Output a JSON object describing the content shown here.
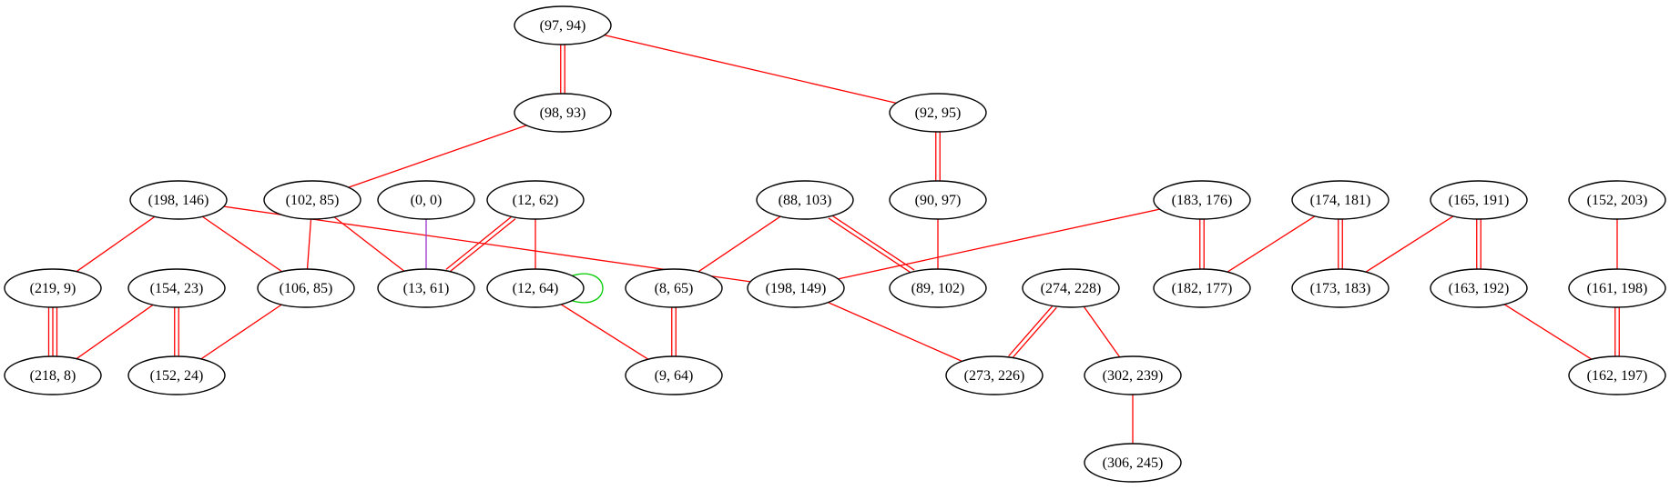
{
  "graph": {
    "colors": {
      "default_edge": "#ff0000",
      "purple_edge": "#9a32cd",
      "green_edge": "#00cc00",
      "node_stroke": "#000000"
    },
    "nodes": [
      {
        "id": "n97_94",
        "label": "(97, 94)"
      },
      {
        "id": "n98_93",
        "label": "(98, 93)"
      },
      {
        "id": "n92_95",
        "label": "(92, 95)"
      },
      {
        "id": "n198_146",
        "label": "(198, 146)"
      },
      {
        "id": "n102_85",
        "label": "(102, 85)"
      },
      {
        "id": "n0_0",
        "label": "(0, 0)"
      },
      {
        "id": "n12_62",
        "label": "(12, 62)"
      },
      {
        "id": "n88_103",
        "label": "(88, 103)"
      },
      {
        "id": "n90_97",
        "label": "(90, 97)"
      },
      {
        "id": "n183_176",
        "label": "(183, 176)"
      },
      {
        "id": "n174_181",
        "label": "(174, 181)"
      },
      {
        "id": "n165_191",
        "label": "(165, 191)"
      },
      {
        "id": "n152_203",
        "label": "(152, 203)"
      },
      {
        "id": "n219_9",
        "label": "(219, 9)"
      },
      {
        "id": "n154_23",
        "label": "(154, 23)"
      },
      {
        "id": "n106_85",
        "label": "(106, 85)"
      },
      {
        "id": "n13_61",
        "label": "(13, 61)"
      },
      {
        "id": "n12_64",
        "label": "(12, 64)"
      },
      {
        "id": "n8_65",
        "label": "(8, 65)"
      },
      {
        "id": "n198_149",
        "label": "(198, 149)"
      },
      {
        "id": "n89_102",
        "label": "(89, 102)"
      },
      {
        "id": "n274_228",
        "label": "(274, 228)"
      },
      {
        "id": "n182_177",
        "label": "(182, 177)"
      },
      {
        "id": "n173_183",
        "label": "(173, 183)"
      },
      {
        "id": "n163_192",
        "label": "(163, 192)"
      },
      {
        "id": "n161_198",
        "label": "(161, 198)"
      },
      {
        "id": "n218_8",
        "label": "(218, 8)"
      },
      {
        "id": "n152_24",
        "label": "(152, 24)"
      },
      {
        "id": "n9_64",
        "label": "(9, 64)"
      },
      {
        "id": "n273_226",
        "label": "(273, 226)"
      },
      {
        "id": "n302_239",
        "label": "(302, 239)"
      },
      {
        "id": "n162_197",
        "label": "(162, 197)"
      },
      {
        "id": "n306_245",
        "label": "(306, 245)"
      }
    ],
    "edges": [
      {
        "from": "n97_94",
        "to": "n98_93",
        "count": 2,
        "color": "red"
      },
      {
        "from": "n97_94",
        "to": "n92_95",
        "count": 1,
        "color": "red"
      },
      {
        "from": "n98_93",
        "to": "n102_85",
        "count": 1,
        "color": "red"
      },
      {
        "from": "n92_95",
        "to": "n90_97",
        "count": 2,
        "color": "red"
      },
      {
        "from": "n198_146",
        "to": "n219_9",
        "count": 1,
        "color": "red"
      },
      {
        "from": "n198_146",
        "to": "n106_85",
        "count": 1,
        "color": "red"
      },
      {
        "from": "n198_146",
        "to": "n198_149",
        "count": 1,
        "color": "red"
      },
      {
        "from": "n102_85",
        "to": "n106_85",
        "count": 1,
        "color": "red"
      },
      {
        "from": "n102_85",
        "to": "n13_61",
        "count": 1,
        "color": "red"
      },
      {
        "from": "n0_0",
        "to": "n13_61",
        "count": 1,
        "color": "purple"
      },
      {
        "from": "n12_62",
        "to": "n13_61",
        "count": 2,
        "color": "red"
      },
      {
        "from": "n12_62",
        "to": "n12_64",
        "count": 1,
        "color": "red"
      },
      {
        "from": "n12_64",
        "to": "n12_64",
        "count": 1,
        "color": "green",
        "loop": true
      },
      {
        "from": "n12_64",
        "to": "n9_64",
        "count": 1,
        "color": "red"
      },
      {
        "from": "n88_103",
        "to": "n8_65",
        "count": 1,
        "color": "red"
      },
      {
        "from": "n88_103",
        "to": "n89_102",
        "count": 2,
        "color": "red"
      },
      {
        "from": "n90_97",
        "to": "n89_102",
        "count": 1,
        "color": "red"
      },
      {
        "from": "n183_176",
        "to": "n198_149",
        "count": 1,
        "color": "red"
      },
      {
        "from": "n183_176",
        "to": "n182_177",
        "count": 2,
        "color": "red"
      },
      {
        "from": "n174_181",
        "to": "n182_177",
        "count": 1,
        "color": "red"
      },
      {
        "from": "n174_181",
        "to": "n173_183",
        "count": 2,
        "color": "red"
      },
      {
        "from": "n165_191",
        "to": "n173_183",
        "count": 1,
        "color": "red"
      },
      {
        "from": "n165_191",
        "to": "n163_192",
        "count": 2,
        "color": "red"
      },
      {
        "from": "n152_203",
        "to": "n161_198",
        "count": 1,
        "color": "red"
      },
      {
        "from": "n219_9",
        "to": "n218_8",
        "count": 3,
        "color": "red"
      },
      {
        "from": "n154_23",
        "to": "n218_8",
        "count": 1,
        "color": "red"
      },
      {
        "from": "n154_23",
        "to": "n152_24",
        "count": 2,
        "color": "red"
      },
      {
        "from": "n106_85",
        "to": "n152_24",
        "count": 1,
        "color": "red"
      },
      {
        "from": "n8_65",
        "to": "n9_64",
        "count": 2,
        "color": "red"
      },
      {
        "from": "n198_149",
        "to": "n273_226",
        "count": 1,
        "color": "red"
      },
      {
        "from": "n274_228",
        "to": "n273_226",
        "count": 2,
        "color": "red"
      },
      {
        "from": "n274_228",
        "to": "n302_239",
        "count": 1,
        "color": "red"
      },
      {
        "from": "n302_239",
        "to": "n306_245",
        "count": 1,
        "color": "red"
      },
      {
        "from": "n163_192",
        "to": "n162_197",
        "count": 1,
        "color": "red"
      },
      {
        "from": "n161_198",
        "to": "n162_197",
        "count": 2,
        "color": "red"
      }
    ]
  }
}
